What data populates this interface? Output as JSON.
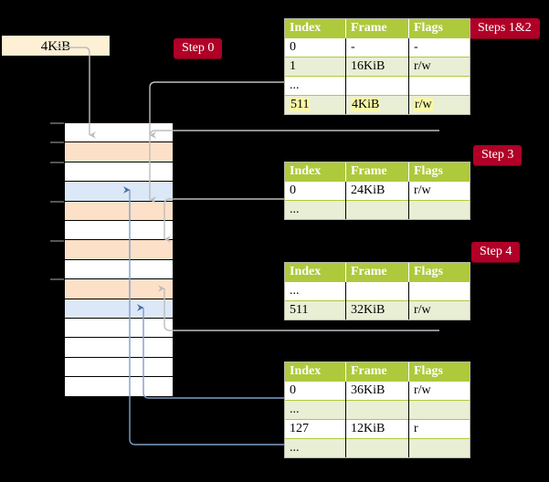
{
  "diagram": {
    "title_hidden": "",
    "vaddr_box": {
      "label": "4KiB"
    },
    "badges": [
      {
        "id": "step0",
        "label": "Step 0"
      },
      {
        "id": "steps12",
        "label": "Steps 1&2"
      },
      {
        "id": "step3",
        "label": "Step 3"
      },
      {
        "id": "step4",
        "label": "Step 4"
      }
    ],
    "memory_column": {
      "rows": [
        {
          "fill": "white"
        },
        {
          "fill": "orange"
        },
        {
          "fill": "white"
        },
        {
          "fill": "blue"
        },
        {
          "fill": "orange"
        },
        {
          "fill": "white"
        },
        {
          "fill": "orange"
        },
        {
          "fill": "white"
        },
        {
          "fill": "orange"
        },
        {
          "fill": "blue"
        },
        {
          "fill": "white"
        },
        {
          "fill": "white"
        },
        {
          "fill": "white"
        },
        {
          "fill": "white"
        }
      ]
    },
    "tables": [
      {
        "id": "t1",
        "headers": [
          "Index",
          "Frame",
          "Flags"
        ],
        "rows": [
          {
            "style": "plain",
            "highlight": false,
            "cells": [
              "0",
              "-",
              "-"
            ]
          },
          {
            "style": "alt",
            "highlight": false,
            "cells": [
              "1",
              "16KiB",
              "r/w"
            ]
          },
          {
            "style": "plain",
            "highlight": false,
            "cells": [
              "...",
              "",
              ""
            ]
          },
          {
            "style": "alt",
            "highlight": true,
            "cells": [
              "511",
              "4KiB",
              "r/w"
            ]
          }
        ]
      },
      {
        "id": "t2",
        "headers": [
          "Index",
          "Frame",
          "Flags"
        ],
        "rows": [
          {
            "style": "plain",
            "highlight": false,
            "cells": [
              "0",
              "24KiB",
              "r/w"
            ]
          },
          {
            "style": "alt",
            "highlight": false,
            "cells": [
              "...",
              "",
              ""
            ]
          }
        ]
      },
      {
        "id": "t3",
        "headers": [
          "Index",
          "Frame",
          "Flags"
        ],
        "rows": [
          {
            "style": "plain",
            "highlight": false,
            "cells": [
              "...",
              "",
              ""
            ]
          },
          {
            "style": "alt",
            "highlight": false,
            "cells": [
              "511",
              "32KiB",
              "r/w"
            ]
          }
        ]
      },
      {
        "id": "t4",
        "headers": [
          "Index",
          "Frame",
          "Flags"
        ],
        "rows": [
          {
            "style": "plain",
            "highlight": false,
            "cells": [
              "0",
              "36KiB",
              "r/w"
            ]
          },
          {
            "style": "alt",
            "highlight": false,
            "cells": [
              "...",
              "",
              ""
            ]
          },
          {
            "style": "plain",
            "highlight": false,
            "cells": [
              "127",
              "12KiB",
              "r"
            ]
          },
          {
            "style": "alt",
            "highlight": false,
            "cells": [
              "...",
              "",
              ""
            ]
          }
        ]
      }
    ],
    "colors": {
      "background": "#000000",
      "badge": "#b00027",
      "header": "#aec93c",
      "row_alt": "#e9efd5",
      "highlight": "#f9f7a8",
      "frame_orange": "#fde0c8",
      "frame_blue": "#dce7f7",
      "vaddr_box": "#fdf0d5",
      "arrow_gray": "#b9b9b9",
      "arrow_blue": "#7e9fc8"
    }
  }
}
